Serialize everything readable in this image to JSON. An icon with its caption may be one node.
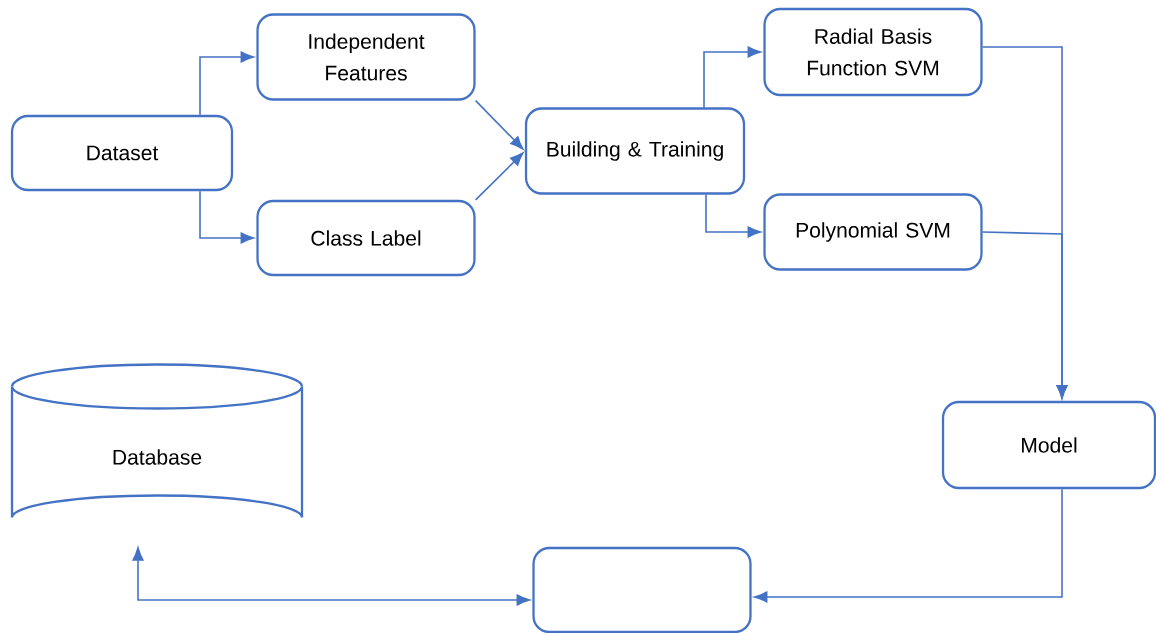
{
  "diagram": {
    "nodes": [
      {
        "text": [
          "Dataset"
        ]
      },
      {
        "text": [
          "Independent Features"
        ]
      },
      {
        "text": [
          "Class Label"
        ]
      },
      {
        "text": [
          "Building & Training"
        ]
      },
      {
        "text": [
          "Radial Basis Function SVM"
        ]
      },
      {
        "text": [
          "Polynomial SVM"
        ]
      },
      {
        "text": [
          "Model"
        ]
      },
      {
        "text": [],
        "shape": "box"
      },
      {
        "text": [
          "Database"
        ]
      }
    ],
    "edges": [
      {
        "from": 0,
        "to": 1,
        "arrow": "to"
      },
      {
        "from": 0,
        "to": 2,
        "arrow": "to"
      },
      {
        "from": 1,
        "to": 3,
        "arrow": "to"
      },
      {
        "from": 2,
        "to": 3,
        "arrow": "to"
      },
      {
        "from": 3,
        "to": 4,
        "arrow": "to"
      },
      {
        "from": 3,
        "to": 5,
        "arrow": "to"
      },
      {
        "from": 4,
        "to": 6,
        "arrow": "to"
      },
      {
        "from": 5,
        "to": 6,
        "arrow": "to"
      },
      {
        "from": 6,
        "to": 7,
        "arrow": "to"
      },
      {
        "from": 7,
        "to": 8,
        "arrow": "both"
      }
    ]
  }
}
